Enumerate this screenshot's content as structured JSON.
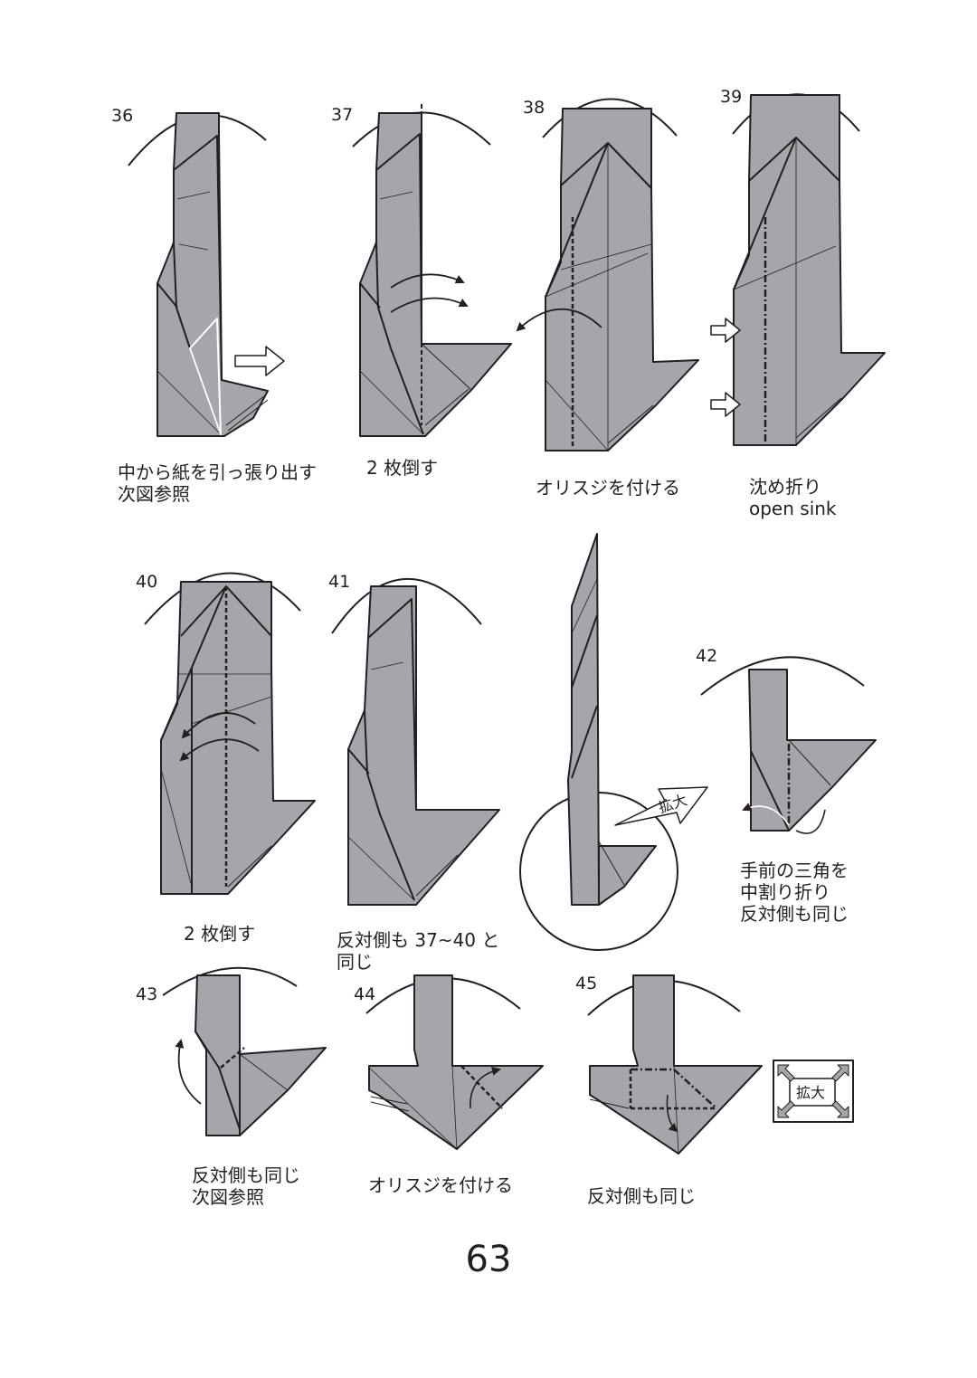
{
  "page_number": "63",
  "colors": {
    "paper": "#a7a5ab",
    "line": "#231f20",
    "background": "#ffffff"
  },
  "zoom_label": "拡大",
  "legend_label": "拡大",
  "steps": [
    {
      "number": "36",
      "caption": [
        "中から紙を引っ張り出す",
        "次図参照"
      ]
    },
    {
      "number": "37",
      "caption": [
        "2 枚倒す"
      ]
    },
    {
      "number": "38",
      "caption": [
        "オリスジを付ける"
      ]
    },
    {
      "number": "39",
      "caption": [
        "沈め折り",
        "open sink"
      ]
    },
    {
      "number": "40",
      "caption": [
        "2 枚倒す"
      ]
    },
    {
      "number": "41",
      "caption": [
        "反対側も 37~40 と",
        "同じ"
      ]
    },
    {
      "number": "42",
      "caption": [
        "手前の三角を",
        "中割り折り",
        "反対側も同じ"
      ]
    },
    {
      "number": "43",
      "caption": [
        "反対側も同じ",
        "次図参照"
      ]
    },
    {
      "number": "44",
      "caption": [
        "オリスジを付ける"
      ]
    },
    {
      "number": "45",
      "caption": [
        "反対側も同じ"
      ]
    }
  ]
}
